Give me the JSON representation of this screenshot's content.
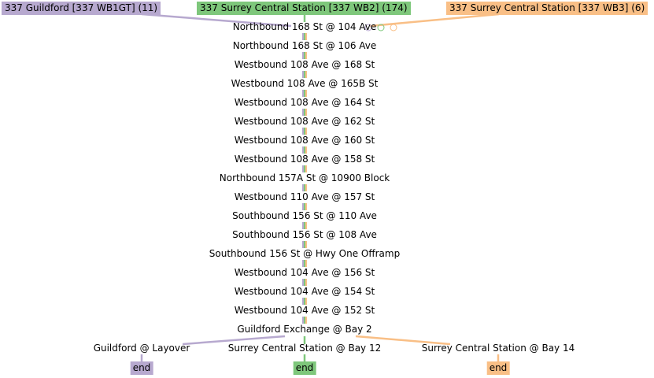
{
  "routes": [
    {
      "id": "wb1gt",
      "label": "337 Guildford [337 WB1GT] (11)",
      "color": "#b7a9cf",
      "terminal": "Guildford @ Layover"
    },
    {
      "id": "wb2",
      "label": "337 Surrey Central Station [337 WB2] (174)",
      "color": "#7ec77b",
      "terminal": "Surrey Central Station @ Bay 12"
    },
    {
      "id": "wb3",
      "label": "337 Surrey Central Station [337 WB3] (6)",
      "color": "#f9bf86",
      "terminal": "Surrey Central Station @ Bay 14"
    }
  ],
  "stops": [
    "Northbound 168 St @ 104 Ave",
    "Northbound 168 St @ 106 Ave",
    "Westbound 108 Ave @ 168 St",
    "Westbound 108 Ave @ 165B St",
    "Westbound 108 Ave @ 164 St",
    "Westbound 108 Ave @ 162 St",
    "Westbound 108 Ave @ 160 St",
    "Westbound 108 Ave @ 158 St",
    "Northbound 157A St @ 10900 Block",
    "Westbound 110 Ave @ 157 St",
    "Southbound 156 St @ 110 Ave",
    "Southbound 156 St @ 108 Ave",
    "Southbound 156 St @ Hwy One Offramp",
    "Westbound 104 Ave @ 156 St",
    "Westbound 104 Ave @ 154 St",
    "Westbound 104 Ave @ 152 St",
    "Guildford Exchange @ Bay 2"
  ],
  "end_label": "end"
}
